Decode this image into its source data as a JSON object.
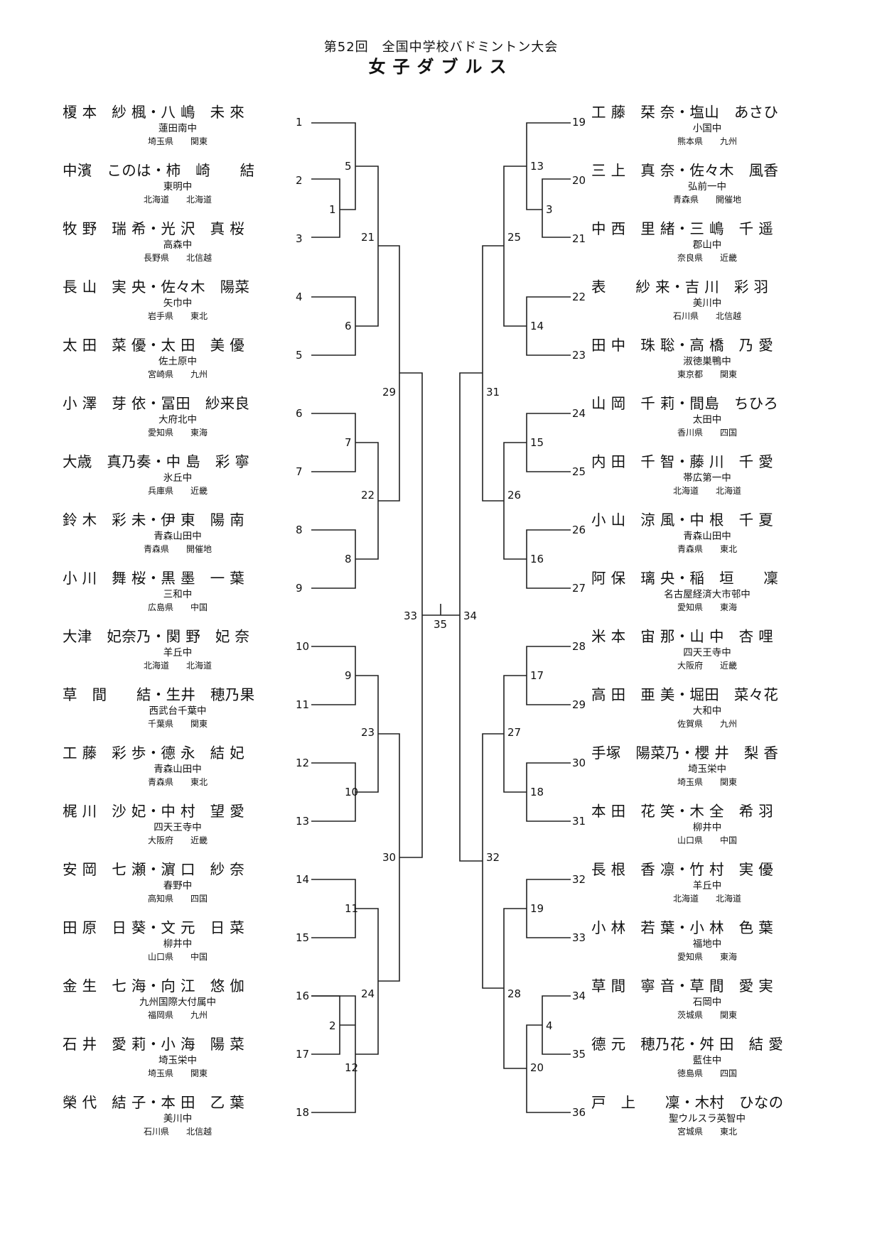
{
  "header": {
    "title": "第52回　全国中学校バドミントン大会",
    "subtitle": "女子ダブルス"
  },
  "left_entries": [
    {
      "seed": "1",
      "players": "榎 本　紗 楓・八 嶋　未 來",
      "school": "蓮田南中",
      "region": "埼玉県　　関東"
    },
    {
      "seed": "2",
      "players": "中濱　このは・柿　崎　　結",
      "school": "東明中",
      "region": "北海道　　北海道"
    },
    {
      "seed": "3",
      "players": "牧 野　瑞 希・光 沢　真 桜",
      "school": "高森中",
      "region": "長野県　　北信越"
    },
    {
      "seed": "4",
      "players": "長 山　実 央・佐々木　陽菜",
      "school": "矢巾中",
      "region": "岩手県　　東北"
    },
    {
      "seed": "5",
      "players": "太 田　菜 優・太 田　美 優",
      "school": "佐土原中",
      "region": "宮崎県　　九州"
    },
    {
      "seed": "6",
      "players": "小 澤　芽 依・冨田　紗来良",
      "school": "大府北中",
      "region": "愛知県　　東海"
    },
    {
      "seed": "7",
      "players": "大歳　真乃奏・中 島　彩 寧",
      "school": "氷丘中",
      "region": "兵庫県　　近畿"
    },
    {
      "seed": "8",
      "players": "鈴 木　彩 未・伊 東　陽 南",
      "school": "青森山田中",
      "region": "青森県　　開催地"
    },
    {
      "seed": "9",
      "players": "小 川　舞 桜・黒 墨　一 葉",
      "school": "三和中",
      "region": "広島県　　中国"
    },
    {
      "seed": "10",
      "players": "大津　妃奈乃・関 野　妃 奈",
      "school": "羊丘中",
      "region": "北海道　　北海道"
    },
    {
      "seed": "11",
      "players": "草　間　　結・生井　穂乃果",
      "school": "西武台千葉中",
      "region": "千葉県　　関東"
    },
    {
      "seed": "12",
      "players": "工 藤　彩 歩・德 永　結 妃",
      "school": "青森山田中",
      "region": "青森県　　東北"
    },
    {
      "seed": "13",
      "players": "梶 川　沙 妃・中 村　望 愛",
      "school": "四天王寺中",
      "region": "大阪府　　近畿"
    },
    {
      "seed": "14",
      "players": "安 岡　七 瀬・濵 口　紗 奈",
      "school": "春野中",
      "region": "高知県　　四国"
    },
    {
      "seed": "15",
      "players": "田 原　日 葵・文 元　日 菜",
      "school": "柳井中",
      "region": "山口県　　中国"
    },
    {
      "seed": "16",
      "players": "金 生　七 海・向 江　悠 伽",
      "school": "九州国際大付属中",
      "region": "福岡県　　九州"
    },
    {
      "seed": "17",
      "players": "石 井　愛 莉・小 海　陽 菜",
      "school": "埼玉栄中",
      "region": "埼玉県　　関東"
    },
    {
      "seed": "18",
      "players": "榮 代　結 子・本 田　乙 葉",
      "school": "美川中",
      "region": "石川県　　北信越"
    }
  ],
  "right_entries": [
    {
      "seed": "19",
      "players": "工 藤　栞 奈・塩山　あさひ",
      "school": "小国中",
      "region": "熊本県　　九州"
    },
    {
      "seed": "20",
      "players": "三 上　真 奈・佐々木　風香",
      "school": "弘前一中",
      "region": "青森県　　開催地"
    },
    {
      "seed": "21",
      "players": "中 西　里 緒・三 嶋　千 遥",
      "school": "郡山中",
      "region": "奈良県　　近畿"
    },
    {
      "seed": "22",
      "players": "表　　紗 来・吉 川　彩 羽",
      "school": "美川中",
      "region": "石川県　　北信越"
    },
    {
      "seed": "23",
      "players": "田 中　珠 聡・高 橋　乃 愛",
      "school": "淑徳巣鴨中",
      "region": "東京都　　関東"
    },
    {
      "seed": "24",
      "players": "山 岡　千 莉・間島　ちひろ",
      "school": "太田中",
      "region": "香川県　　四国"
    },
    {
      "seed": "25",
      "players": "内 田　千 智・藤 川　千 愛",
      "school": "帯広第一中",
      "region": "北海道　　北海道"
    },
    {
      "seed": "26",
      "players": "小 山　涼 風・中 根　千 夏",
      "school": "青森山田中",
      "region": "青森県　　東北"
    },
    {
      "seed": "27",
      "players": "阿 保　璃 央・稲　垣　　凜",
      "school": "名古屋経済大市邨中",
      "region": "愛知県　　東海"
    },
    {
      "seed": "28",
      "players": "米 本　宙 那・山 中　杏 哩",
      "school": "四天王寺中",
      "region": "大阪府　　近畿"
    },
    {
      "seed": "29",
      "players": "高 田　亜 美・堀田　菜々花",
      "school": "大和中",
      "region": "佐賀県　　九州"
    },
    {
      "seed": "30",
      "players": "手塚　陽菜乃・櫻 井　梨 香",
      "school": "埼玉栄中",
      "region": "埼玉県　　関東"
    },
    {
      "seed": "31",
      "players": "本 田　花 笑・木 全　希 羽",
      "school": "柳井中",
      "region": "山口県　　中国"
    },
    {
      "seed": "32",
      "players": "長 根　香 凛・竹 村　実 優",
      "school": "羊丘中",
      "region": "北海道　　北海道"
    },
    {
      "seed": "33",
      "players": "小 林　若 葉・小 林　色 葉",
      "school": "福地中",
      "region": "愛知県　　東海"
    },
    {
      "seed": "34",
      "players": "草 間　寧 音・草 間　愛 実",
      "school": "石岡中",
      "region": "茨城県　　関東"
    },
    {
      "seed": "35",
      "players": "德 元　穂乃花・舛 田　結 愛",
      "school": "藍住中",
      "region": "徳島県　　四国"
    },
    {
      "seed": "36",
      "players": "戸　上　　凜・木村　ひなの",
      "school": "聖ウルスラ英智中",
      "region": "宮城県　　東北"
    }
  ],
  "match_numbers": {
    "m1": "1",
    "m2": "2",
    "m3": "3",
    "m4": "4",
    "m5": "5",
    "m6": "6",
    "m7": "7",
    "m8": "8",
    "m9": "9",
    "m10": "10",
    "m11": "11",
    "m12": "12",
    "m13": "13",
    "m14": "14",
    "m15": "15",
    "m16": "16",
    "m17": "17",
    "m18": "18",
    "m19": "19",
    "m20": "20",
    "m21": "21",
    "m22": "22",
    "m23": "23",
    "m24": "24",
    "m25": "25",
    "m26": "26",
    "m27": "27",
    "m28": "28",
    "m29": "29",
    "m30": "30",
    "m31": "31",
    "m32": "32",
    "m33": "33",
    "m34": "34",
    "m35": "35"
  }
}
